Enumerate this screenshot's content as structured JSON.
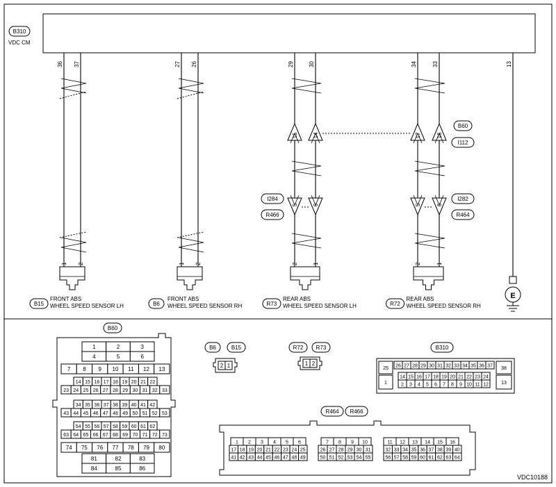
{
  "vdc": {
    "tag": "B310",
    "label": "VDC CM"
  },
  "wire_pins": [
    "36",
    "37",
    "27",
    "26",
    "29",
    "30",
    "34",
    "33",
    "13"
  ],
  "sensors": [
    {
      "tag": "B15",
      "line1": "FRONT ABS",
      "line2": "WHEEL SPEED SENSOR LH",
      "pins": [
        "1",
        "2"
      ]
    },
    {
      "tag": "B6",
      "line1": "FRONT ABS",
      "line2": "WHEEL SPEED SENSOR RH",
      "pins": [
        "1",
        "2"
      ]
    },
    {
      "tag": "R73",
      "line1": "REAR ABS",
      "line2": "WHEEL SPEED SENSOR LH",
      "pins": [
        "2",
        "1"
      ]
    },
    {
      "tag": "R72",
      "line1": "REAR ABS",
      "line2": "WHEEL SPEED SENSOR RH",
      "pins": [
        "2",
        "1"
      ]
    }
  ],
  "junction_upper": {
    "tags": [
      "B60",
      "I112"
    ],
    "pins": [
      "15",
      "14",
      "17",
      "16"
    ]
  },
  "junction_lower_left": {
    "tags": [
      "I284",
      "R466"
    ],
    "pins": [
      "5",
      "6"
    ]
  },
  "junction_lower_right": {
    "tags": [
      "I282",
      "R464"
    ],
    "pins": [
      "5",
      "6"
    ]
  },
  "ground": {
    "label": "E"
  },
  "connectors": {
    "b60": {
      "tag": "B60",
      "rows": [
        [
          "1",
          "2",
          "3"
        ],
        [
          "4",
          "5",
          "6"
        ],
        [
          "7",
          "8",
          "9",
          "10",
          "11",
          "12",
          "13"
        ],
        [
          "14",
          "15",
          "16",
          "17",
          "18",
          "19",
          "20",
          "21",
          "22"
        ],
        [
          "23",
          "24",
          "25",
          "26",
          "27",
          "28",
          "29",
          "30",
          "31",
          "32",
          "33"
        ],
        [
          "34",
          "35",
          "36",
          "37",
          "38",
          "39",
          "40",
          "41",
          "42"
        ],
        [
          "43",
          "44",
          "45",
          "46",
          "47",
          "48",
          "49",
          "50",
          "51",
          "52",
          "53"
        ],
        [
          "54",
          "55",
          "56",
          "57",
          "58",
          "59",
          "60",
          "61",
          "62"
        ],
        [
          "63",
          "64",
          "65",
          "66",
          "67",
          "68",
          "69",
          "70",
          "71",
          "72",
          "73"
        ],
        [
          "74",
          "75",
          "76",
          "77",
          "78",
          "79",
          "80"
        ],
        [
          "81",
          "82",
          "83"
        ],
        [
          "84",
          "85",
          "86"
        ]
      ]
    },
    "b6b15": {
      "tags": [
        "B6",
        "B15"
      ],
      "pins": [
        "2",
        "1"
      ]
    },
    "r72r73": {
      "tags": [
        "R72",
        "R73"
      ],
      "pins": [
        "1",
        "2"
      ]
    },
    "b310": {
      "tag": "B310",
      "left": [
        "25",
        "1"
      ],
      "row1": [
        "26",
        "27",
        "28",
        "29",
        "30",
        "31",
        "32",
        "33",
        "34",
        "35",
        "36",
        "37"
      ],
      "row2": [
        "14",
        "15",
        "16",
        "17",
        "18",
        "19",
        "20",
        "21",
        "22",
        "23",
        "24"
      ],
      "row3": [
        "2",
        "3",
        "4",
        "5",
        "6",
        "7",
        "8",
        "9",
        "10",
        "11",
        "12"
      ],
      "right": [
        "38",
        "13"
      ]
    },
    "r464r466": {
      "tags": [
        "R464",
        "R466"
      ],
      "g1": [
        [
          "1",
          "2",
          "3",
          "4",
          "5",
          "6"
        ],
        [
          "17",
          "18",
          "19",
          "20",
          "21",
          "22",
          "23",
          "24",
          "25"
        ],
        [
          "41",
          "42",
          "43",
          "44",
          "45",
          "46",
          "47",
          "48",
          "49"
        ]
      ],
      "g2": [
        [
          "7",
          "8",
          "9",
          "10"
        ],
        [
          "26",
          "27",
          "28",
          "29",
          "30",
          "31"
        ],
        [
          "50",
          "51",
          "52",
          "53",
          "54",
          "55"
        ]
      ],
      "g3": [
        [
          "11",
          "12",
          "13",
          "14",
          "15",
          "16"
        ],
        [
          "32",
          "33",
          "34",
          "35",
          "36",
          "37",
          "38",
          "39",
          "40"
        ],
        [
          "56",
          "57",
          "58",
          "59",
          "60",
          "61",
          "62",
          "63",
          "64"
        ]
      ]
    }
  },
  "figure_id": "VDC10188"
}
